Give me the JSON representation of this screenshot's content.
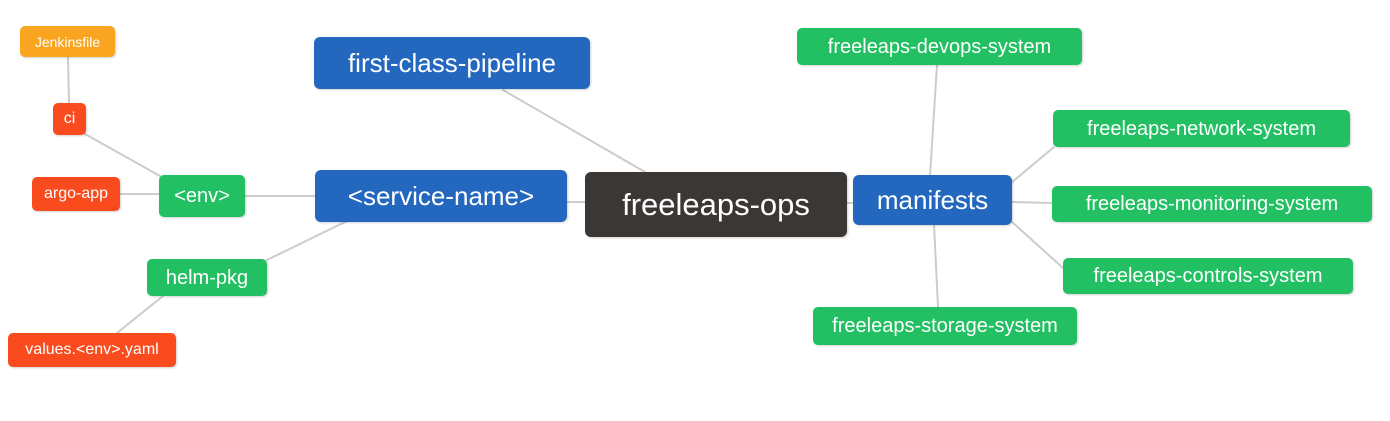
{
  "mindmap": {
    "title": "freeleaps-ops repository structure mind map",
    "colors": {
      "level1": "#3B3735",
      "level2": "#2368BE",
      "level3": "#22C063",
      "level4": "#F94B1D",
      "level5": "#F9A51F",
      "edge": "#CCCCCC",
      "text": "#FFFFFF",
      "background": "#FFFFFF"
    },
    "nodes": {
      "freeleaps_ops": {
        "label": "freeleaps-ops",
        "level": 1
      },
      "first_class_pipeline": {
        "label": "first-class-pipeline",
        "level": 2
      },
      "service_name": {
        "label": "<service-name>",
        "level": 2
      },
      "manifests": {
        "label": "manifests",
        "level": 2
      },
      "env": {
        "label": "<env>",
        "level": 3
      },
      "helm_pkg": {
        "label": "helm-pkg",
        "level": 3
      },
      "ci": {
        "label": "ci",
        "level": 4
      },
      "argo_app": {
        "label": "argo-app",
        "level": 4
      },
      "jenkinsfile": {
        "label": "Jenkinsfile",
        "level": 5
      },
      "values_env_yaml": {
        "label": "values.<env>.yaml",
        "level": 4
      },
      "devops_system": {
        "label": "freeleaps-devops-system",
        "level": 3
      },
      "network_system": {
        "label": "freeleaps-network-system",
        "level": 3
      },
      "monitoring_system": {
        "label": "freeleaps-monitoring-system",
        "level": 3
      },
      "controls_system": {
        "label": "freeleaps-controls-system",
        "level": 3
      },
      "storage_system": {
        "label": "freeleaps-storage-system",
        "level": 3
      }
    },
    "edges": [
      {
        "from": "ci",
        "to": "jenkinsfile"
      },
      {
        "from": "env",
        "to": "ci"
      },
      {
        "from": "env",
        "to": "argo_app"
      },
      {
        "from": "service_name",
        "to": "env"
      },
      {
        "from": "service_name",
        "to": "helm_pkg"
      },
      {
        "from": "helm_pkg",
        "to": "values_env_yaml"
      },
      {
        "from": "freeleaps_ops",
        "to": "first_class_pipeline"
      },
      {
        "from": "freeleaps_ops",
        "to": "service_name"
      },
      {
        "from": "freeleaps_ops",
        "to": "manifests"
      },
      {
        "from": "manifests",
        "to": "devops_system"
      },
      {
        "from": "manifests",
        "to": "network_system"
      },
      {
        "from": "manifests",
        "to": "monitoring_system"
      },
      {
        "from": "manifests",
        "to": "controls_system"
      },
      {
        "from": "manifests",
        "to": "storage_system"
      }
    ]
  }
}
